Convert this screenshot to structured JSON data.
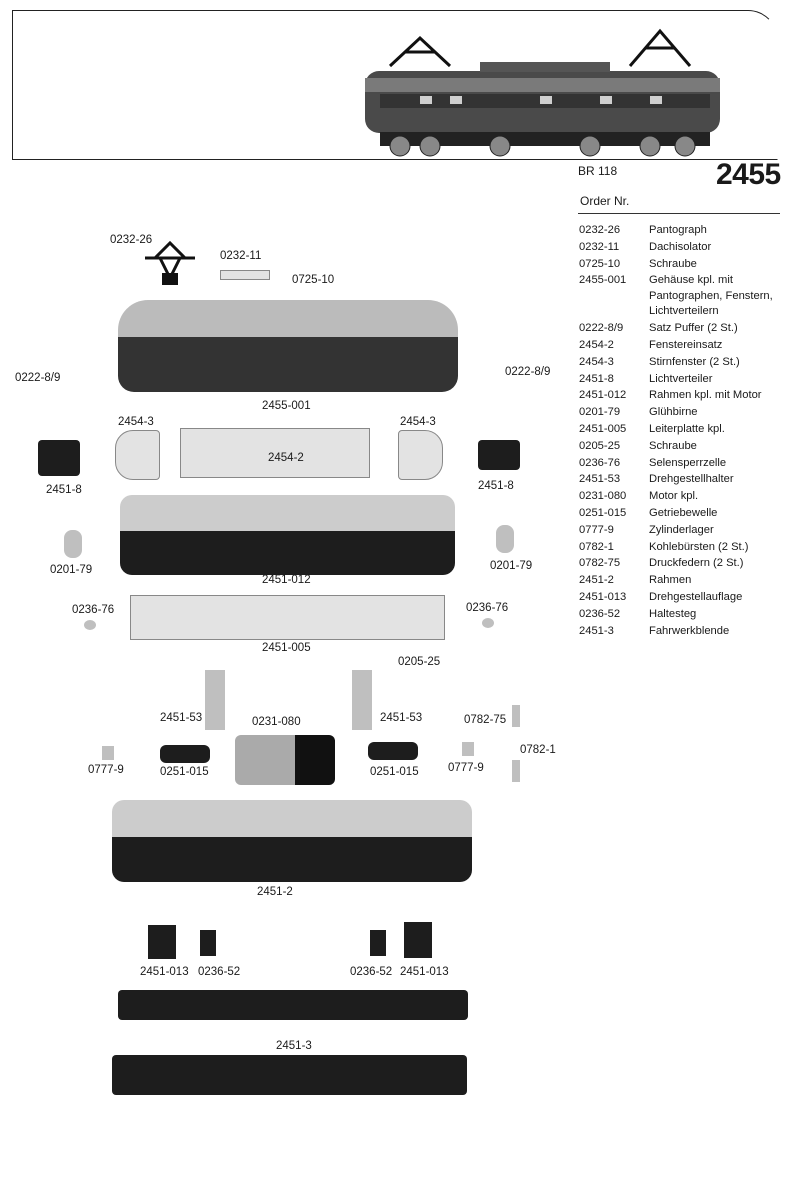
{
  "header": {
    "model": "BR 118",
    "article_number": "2455",
    "order_header": "Order Nr."
  },
  "parts_list": [
    {
      "no": "0232-26",
      "desc": "Pantograph"
    },
    {
      "no": "0232-11",
      "desc": "Dachisolator"
    },
    {
      "no": "0725-10",
      "desc": "Schraube"
    },
    {
      "no": "2455-001",
      "desc": "Gehäuse kpl. mit Pantographen, Fenstern, Lichtverteilern"
    },
    {
      "no": "0222-8/9",
      "desc": "Satz Puffer (2 St.)"
    },
    {
      "no": "2454-2",
      "desc": "Fenstereinsatz"
    },
    {
      "no": "2454-3",
      "desc": "Stirnfenster (2 St.)"
    },
    {
      "no": "2451-8",
      "desc": "Lichtverteiler"
    },
    {
      "no": "2451-012",
      "desc": "Rahmen kpl. mit Motor"
    },
    {
      "no": "0201-79",
      "desc": "Glühbirne"
    },
    {
      "no": "2451-005",
      "desc": "Leiterplatte kpl."
    },
    {
      "no": "0205-25",
      "desc": "Schraube"
    },
    {
      "no": "0236-76",
      "desc": "Selensperrzelle"
    },
    {
      "no": "2451-53",
      "desc": "Drehgestellhalter"
    },
    {
      "no": "0231-080",
      "desc": "Motor kpl."
    },
    {
      "no": "0251-015",
      "desc": "Getriebewelle"
    },
    {
      "no": "0777-9",
      "desc": "Zylinderlager"
    },
    {
      "no": "0782-1",
      "desc": "Kohlebürsten (2 St.)"
    },
    {
      "no": "0782-75",
      "desc": "Druckfedern (2 St.)"
    },
    {
      "no": "2451-2",
      "desc": "Rahmen"
    },
    {
      "no": "2451-013",
      "desc": "Drehgestellauflage"
    },
    {
      "no": "0236-52",
      "desc": "Haltesteg"
    },
    {
      "no": "2451-3",
      "desc": "Fahrwerkblende"
    }
  ],
  "diagram_labels": {
    "pantograph": "0232-26",
    "roof_insulator": "0232-11",
    "screw_top": "0725-10",
    "buffers_left": "0222-8/9",
    "buffers_right": "0222-8/9",
    "body": "2455-001",
    "end_window_left": "2454-3",
    "end_window_right": "2454-3",
    "window_insert": "2454-2",
    "light_left": "2451-8",
    "light_right": "2451-8",
    "bulb_left": "0201-79",
    "bulb_right": "0201-79",
    "frame_motor": "2451-012",
    "selenium_left": "0236-76",
    "selenium_right": "0236-76",
    "pcb": "2451-005",
    "screw_pcb": "0205-25",
    "bogie_holder_left": "2451-53",
    "bogie_holder_right": "2451-53",
    "motor": "0231-080",
    "springs": "0782-75",
    "brushes": "0782-1",
    "bearing_left": "0777-9",
    "bearing_right": "0777-9",
    "gear_left": "0251-015",
    "gear_right": "0251-015",
    "frame": "2451-2",
    "bogie_support_left": "2451-013",
    "strut_left": "0236-52",
    "strut_right": "0236-52",
    "bogie_support_right": "2451-013",
    "chassis_blind": "2451-3"
  }
}
